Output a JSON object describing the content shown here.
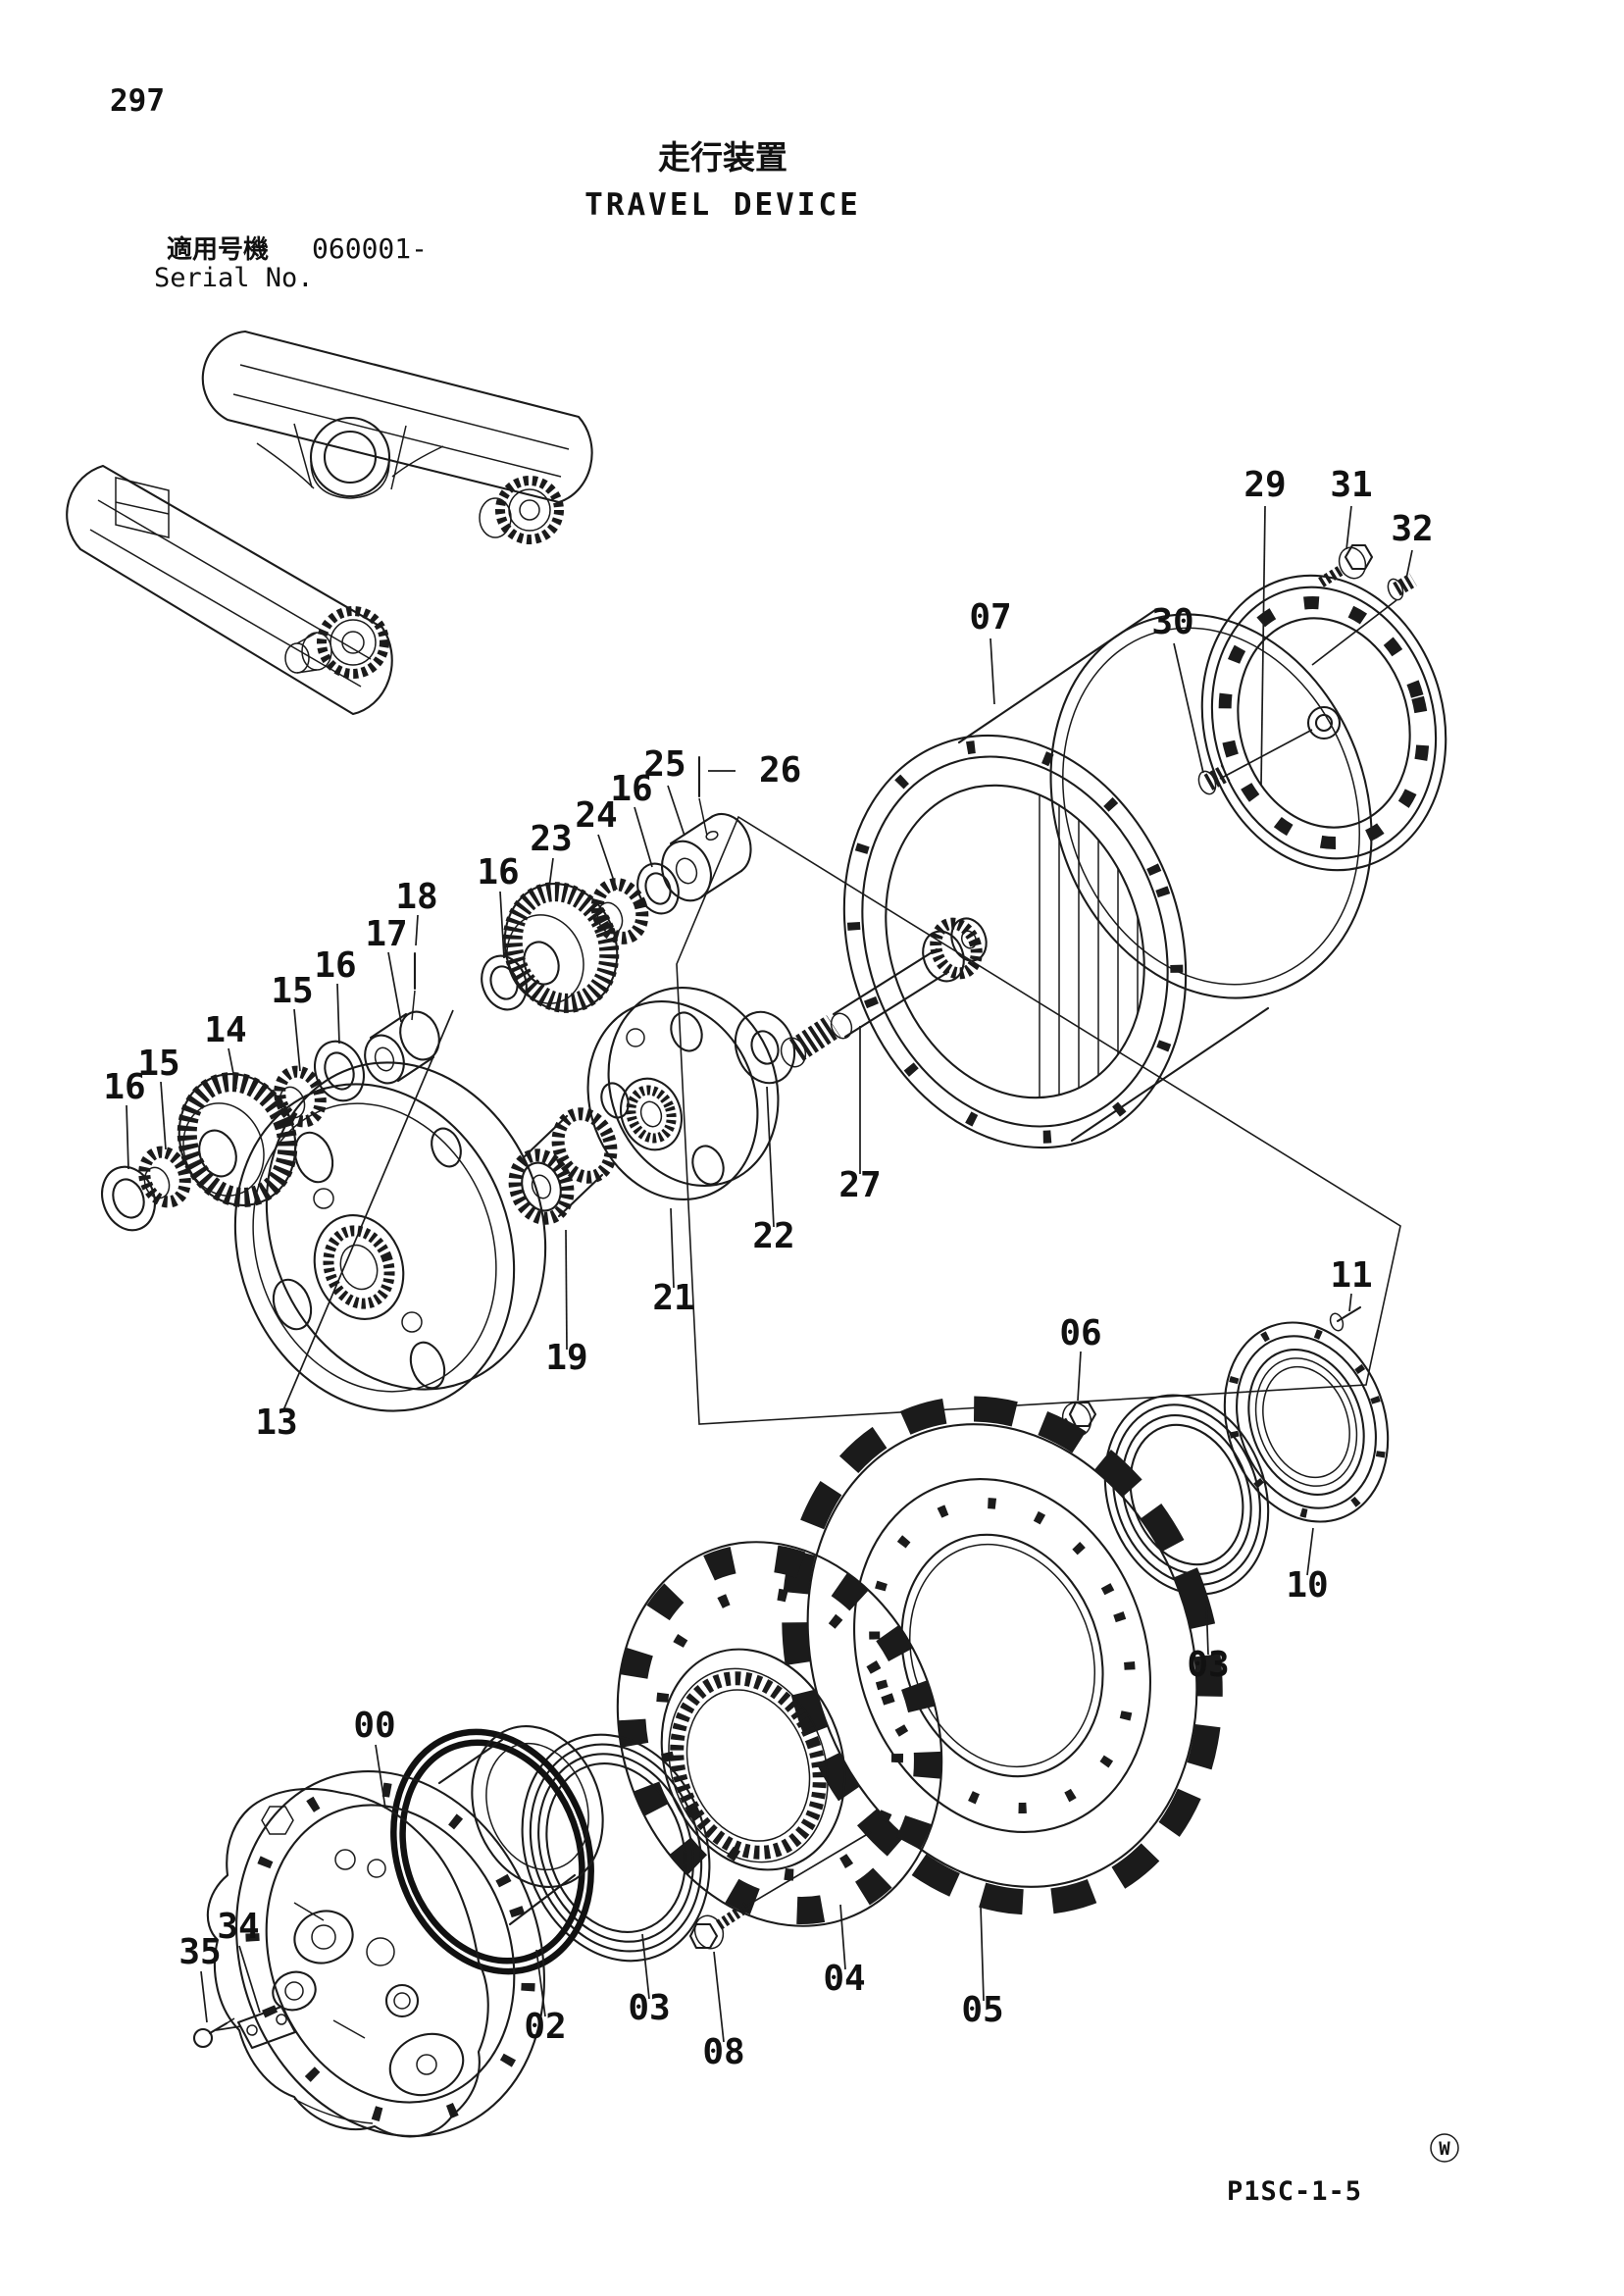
{
  "header": {
    "page_number": "297",
    "title_ja": "走行装置",
    "title_en": "TRAVEL DEVICE",
    "serial_label_ja": "適用号機",
    "serial_value": "060001-",
    "serial_label_en": "Serial No."
  },
  "footer": {
    "drawing_code": "P1SC-1-5",
    "registered_mark": "W"
  },
  "callouts": {
    "c00": "00",
    "c02": "02",
    "c03a": "03",
    "c03b": "03",
    "c04": "04",
    "c05": "05",
    "c06": "06",
    "c07": "07",
    "c08": "08",
    "c10": "10",
    "c11": "11",
    "c13": "13",
    "c14": "14",
    "c15a": "15",
    "c15b": "15",
    "c16a": "16",
    "c16b": "16",
    "c16c": "16",
    "c16d": "16",
    "c17": "17",
    "c18": "18",
    "c19": "19",
    "c21": "21",
    "c22": "22",
    "c23": "23",
    "c24": "24",
    "c25": "25",
    "c26": "26",
    "c27": "27",
    "c29": "29",
    "c30": "30",
    "c31": "31",
    "c32": "32",
    "c34": "34",
    "c35": "35"
  }
}
